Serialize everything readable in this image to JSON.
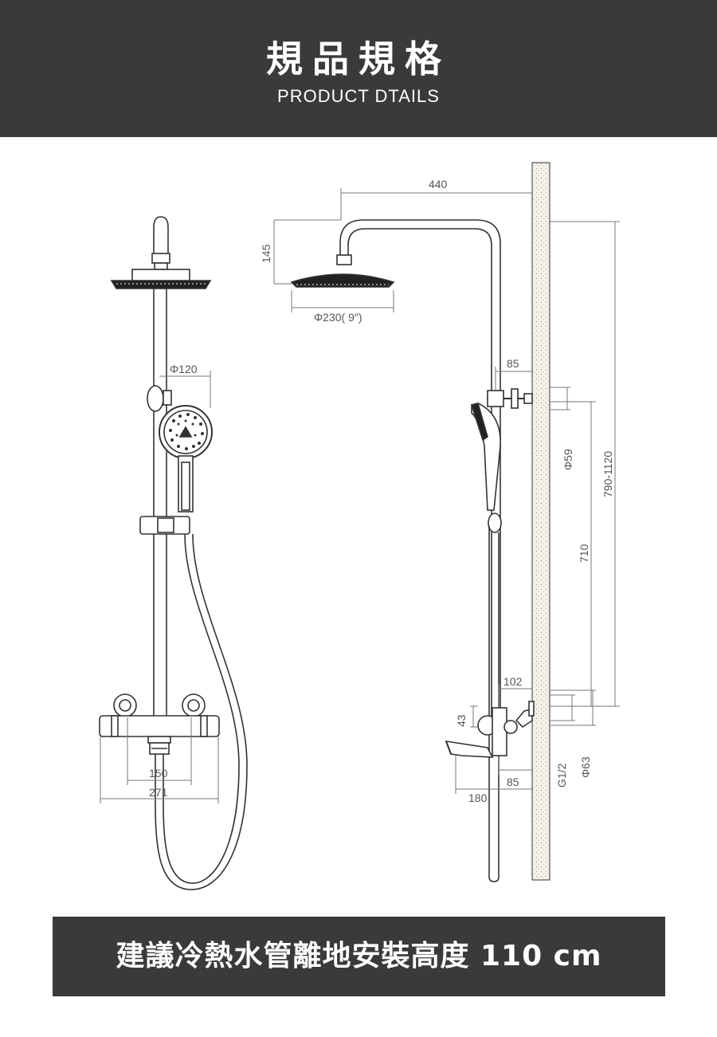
{
  "header": {
    "title": "規品規格",
    "subtitle": "PRODUCT DTAILS",
    "background": "#3a3a3a"
  },
  "dimensions": {
    "front_view": {
      "hand_shower_diameter": "Φ120",
      "valve_center_spacing": "150",
      "valve_body_width": "271"
    },
    "side_view": {
      "arm_length": "440",
      "head_height": "145",
      "head_diameter": "Φ230( 9″)",
      "bracket_offset": "85",
      "bracket_flange": "Φ59",
      "height_range": "790-1120",
      "bar_length": "710",
      "valve_offset": "102",
      "valve_height": "43",
      "outlet_offset": "85",
      "spout_length": "180",
      "thread": "G1/2",
      "wall_flange": "Φ63"
    }
  },
  "footer": {
    "note": "建議冷熱水管離地安裝高度 110 cm",
    "background": "#3a3a3a"
  }
}
